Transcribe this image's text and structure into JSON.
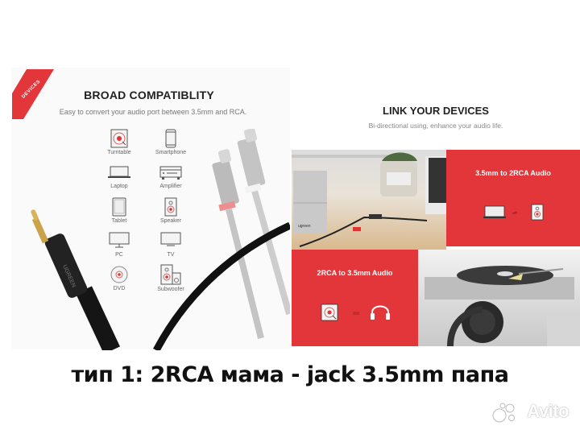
{
  "left_panel": {
    "ribbon": "DEVICES",
    "title": "BROAD COMPATIBLITY",
    "subtitle": "Easy to convert your audio port between 3.5mm and RCA.",
    "devices": [
      {
        "label": "Turntable",
        "icon": "turntable-icon"
      },
      {
        "label": "Smartphone",
        "icon": "smartphone-icon"
      },
      {
        "label": "Laptop",
        "icon": "laptop-icon"
      },
      {
        "label": "Amplifier",
        "icon": "amplifier-icon"
      },
      {
        "label": "Tablet",
        "icon": "tablet-icon"
      },
      {
        "label": "Speaker",
        "icon": "speaker-icon"
      },
      {
        "label": "PC",
        "icon": "pc-monitor-icon"
      },
      {
        "label": "TV",
        "icon": "tv-icon"
      },
      {
        "label": "DVD",
        "icon": "dvd-disc-icon"
      },
      {
        "label": "Subwoofer",
        "icon": "subwoofer-icon"
      }
    ],
    "cable_brand": "UGREEN"
  },
  "right_panel": {
    "title": "LINK YOUR DEVICES",
    "subtitle": "Bi-directional using, enhance your audio life.",
    "card_top": {
      "title": "3.5mm to 2RCA Audio"
    },
    "card_bottom": {
      "title": "2RCA to 3.5mm Audio"
    },
    "speaker_brand": "ugreen"
  },
  "caption": "тип 1: 2RCA мама - jack 3.5mm папа",
  "watermark": "Avito",
  "colors": {
    "accent_red": "#e3363a",
    "text_dark": "#222222",
    "text_muted": "#777777"
  }
}
